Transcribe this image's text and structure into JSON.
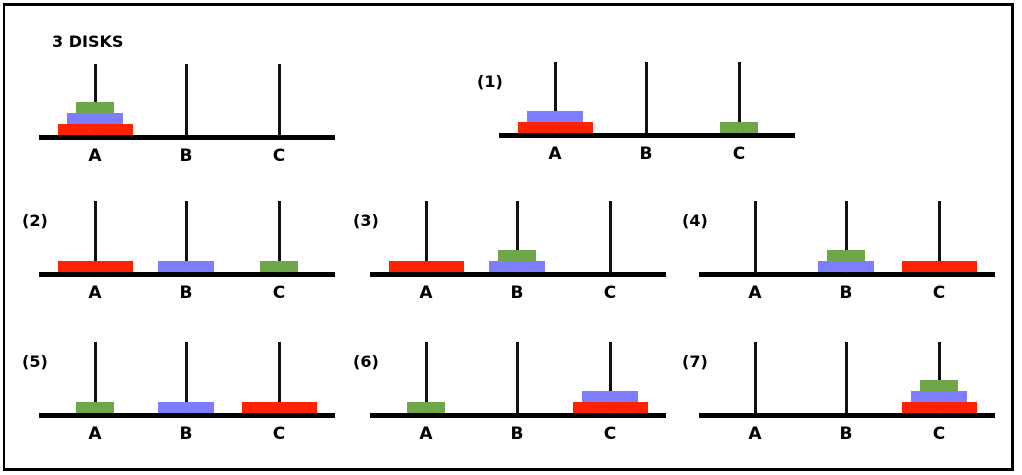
{
  "title": "3 DISKS",
  "colors": {
    "large": "#ff2200",
    "medium": "#7d7dff",
    "small": "#6fa64a"
  },
  "peg_names": [
    "A",
    "B",
    "C"
  ],
  "panels": [
    {
      "label": "",
      "pegs": [
        [
          "large",
          "medium",
          "small"
        ],
        [],
        []
      ]
    },
    {
      "label": "(1)",
      "pegs": [
        [
          "large",
          "medium"
        ],
        [],
        [
          "small"
        ]
      ]
    },
    {
      "label": "(2)",
      "pegs": [
        [
          "large"
        ],
        [
          "medium"
        ],
        [
          "small"
        ]
      ]
    },
    {
      "label": "(3)",
      "pegs": [
        [
          "large"
        ],
        [
          "medium",
          "small"
        ],
        []
      ]
    },
    {
      "label": "(4)",
      "pegs": [
        [],
        [
          "medium",
          "small"
        ],
        [
          "large"
        ]
      ]
    },
    {
      "label": "(5)",
      "pegs": [
        [
          "small"
        ],
        [
          "medium"
        ],
        [
          "large"
        ]
      ]
    },
    {
      "label": "(6)",
      "pegs": [
        [
          "small"
        ],
        [],
        [
          "large",
          "medium"
        ]
      ]
    },
    {
      "label": "(7)",
      "pegs": [
        [],
        [],
        [
          "large",
          "medium",
          "small"
        ]
      ]
    }
  ]
}
